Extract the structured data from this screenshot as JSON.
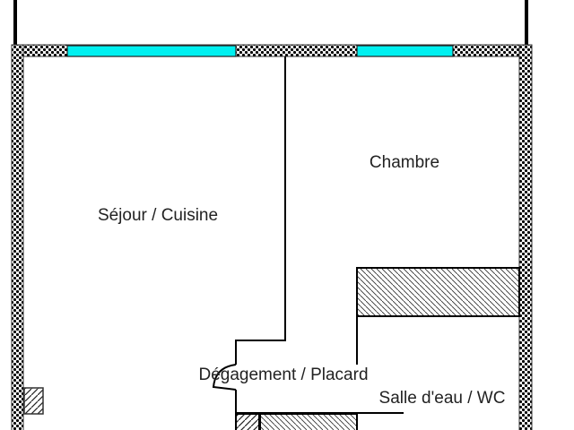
{
  "plan": {
    "rooms": [
      {
        "id": "sejour",
        "label": "Séjour / Cuisine"
      },
      {
        "id": "chambre",
        "label": "Chambre"
      },
      {
        "id": "degagement",
        "label": "Dégagement / Placard"
      },
      {
        "id": "salle",
        "label": "Salle d'eau / WC"
      }
    ]
  },
  "colors": {
    "window": "#00f0f0",
    "wall": "#000000",
    "background": "#ffffff"
  }
}
